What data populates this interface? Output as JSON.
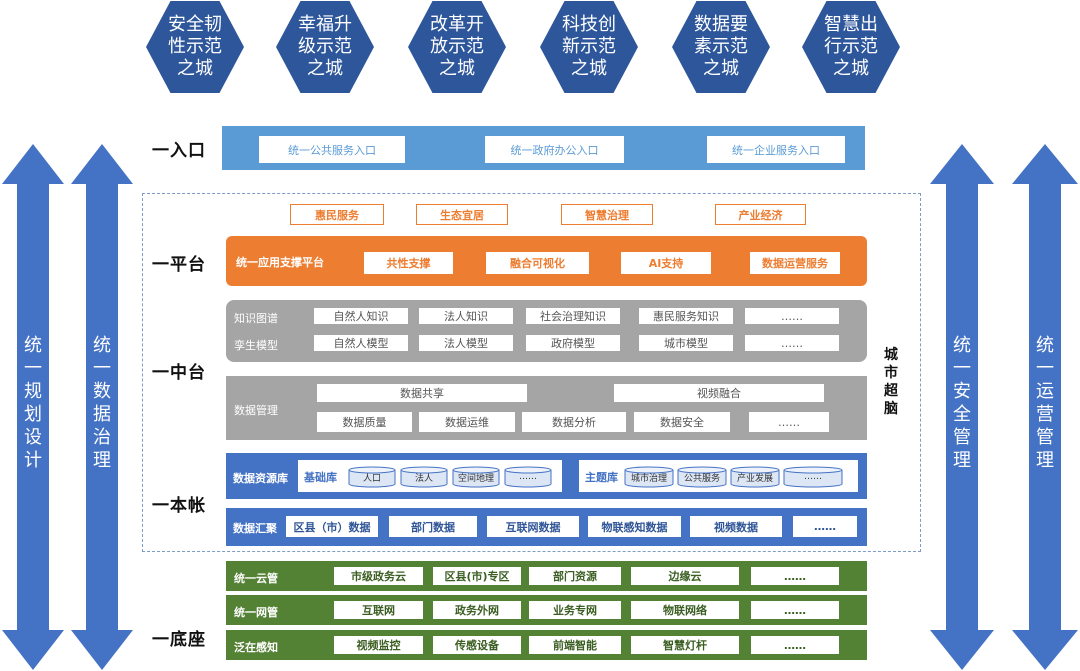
{
  "hexagons": [
    "安全韧性示范之城",
    "幸福升级示范之城",
    "改革开放示范之城",
    "科技创新示范之城",
    "数据要素示范之城",
    "智慧出行示范之城"
  ],
  "layers": {
    "entry": "一入口",
    "platform": "一平台",
    "middle": "一中台",
    "ledger": "一本帐",
    "base": "一底座"
  },
  "entry_boxes": [
    "统一公共服务入口",
    "统一政府办公入口",
    "统一企业服务入口"
  ],
  "service_tags": [
    "惠民服务",
    "生态宜居",
    "智慧治理",
    "产业经济"
  ],
  "platform": {
    "label": "统一应用支撑平台",
    "boxes": [
      "共性支撑",
      "融合可视化",
      "AI支持",
      "数据运营服务"
    ]
  },
  "knowledge": {
    "row1_label": "知识图谱",
    "row1": [
      "自然人知识",
      "法人知识",
      "社会治理知识",
      "惠民服务知识",
      "……"
    ],
    "row2_label": "孪生模型",
    "row2": [
      "自然人模型",
      "法人模型",
      "政府模型",
      "城市模型",
      "……"
    ]
  },
  "data_mgmt": {
    "label": "数据管理",
    "top": [
      "数据共享",
      "视频融合"
    ],
    "bottom": [
      "数据质量",
      "数据运维",
      "数据分析",
      "数据安全",
      "……"
    ]
  },
  "resource": {
    "label": "数据资源库",
    "basic_label": "基础库",
    "basic": [
      "人口",
      "法人",
      "空间地理",
      "……"
    ],
    "theme_label": "主题库",
    "theme": [
      "城市治理",
      "公共服务",
      "产业发展",
      "……"
    ]
  },
  "aggregate": {
    "label": "数据汇聚",
    "boxes": [
      "区县（市）数据",
      "部门数据",
      "互联网数据",
      "物联感知数据",
      "视频数据",
      "……"
    ]
  },
  "city_brain": "城市超脑",
  "base_rows": [
    {
      "label": "统一云管",
      "boxes": [
        "市级政务云",
        "区县(市)专区",
        "部门资源",
        "边缘云",
        "……"
      ]
    },
    {
      "label": "统一网管",
      "boxes": [
        "互联网",
        "政务外网",
        "业务专网",
        "物联网络",
        "……"
      ]
    },
    {
      "label": "泛在感知",
      "boxes": [
        "视频监控",
        "传感设备",
        "前端智能",
        "智慧灯杆",
        "……"
      ]
    }
  ],
  "side_arrows": {
    "left1": "统一规划设计",
    "left2": "统一数据治理",
    "right1": "统一安全管理",
    "right2": "统一运营管理"
  },
  "colors": {
    "hex": "#2d569b",
    "entry_band": "#5b9bd5",
    "platform_orange": "#ed7d31",
    "gray_band": "#a5a5a5",
    "blue_band": "#4472c4",
    "green_band": "#548235",
    "arrow": "#4472c4"
  }
}
